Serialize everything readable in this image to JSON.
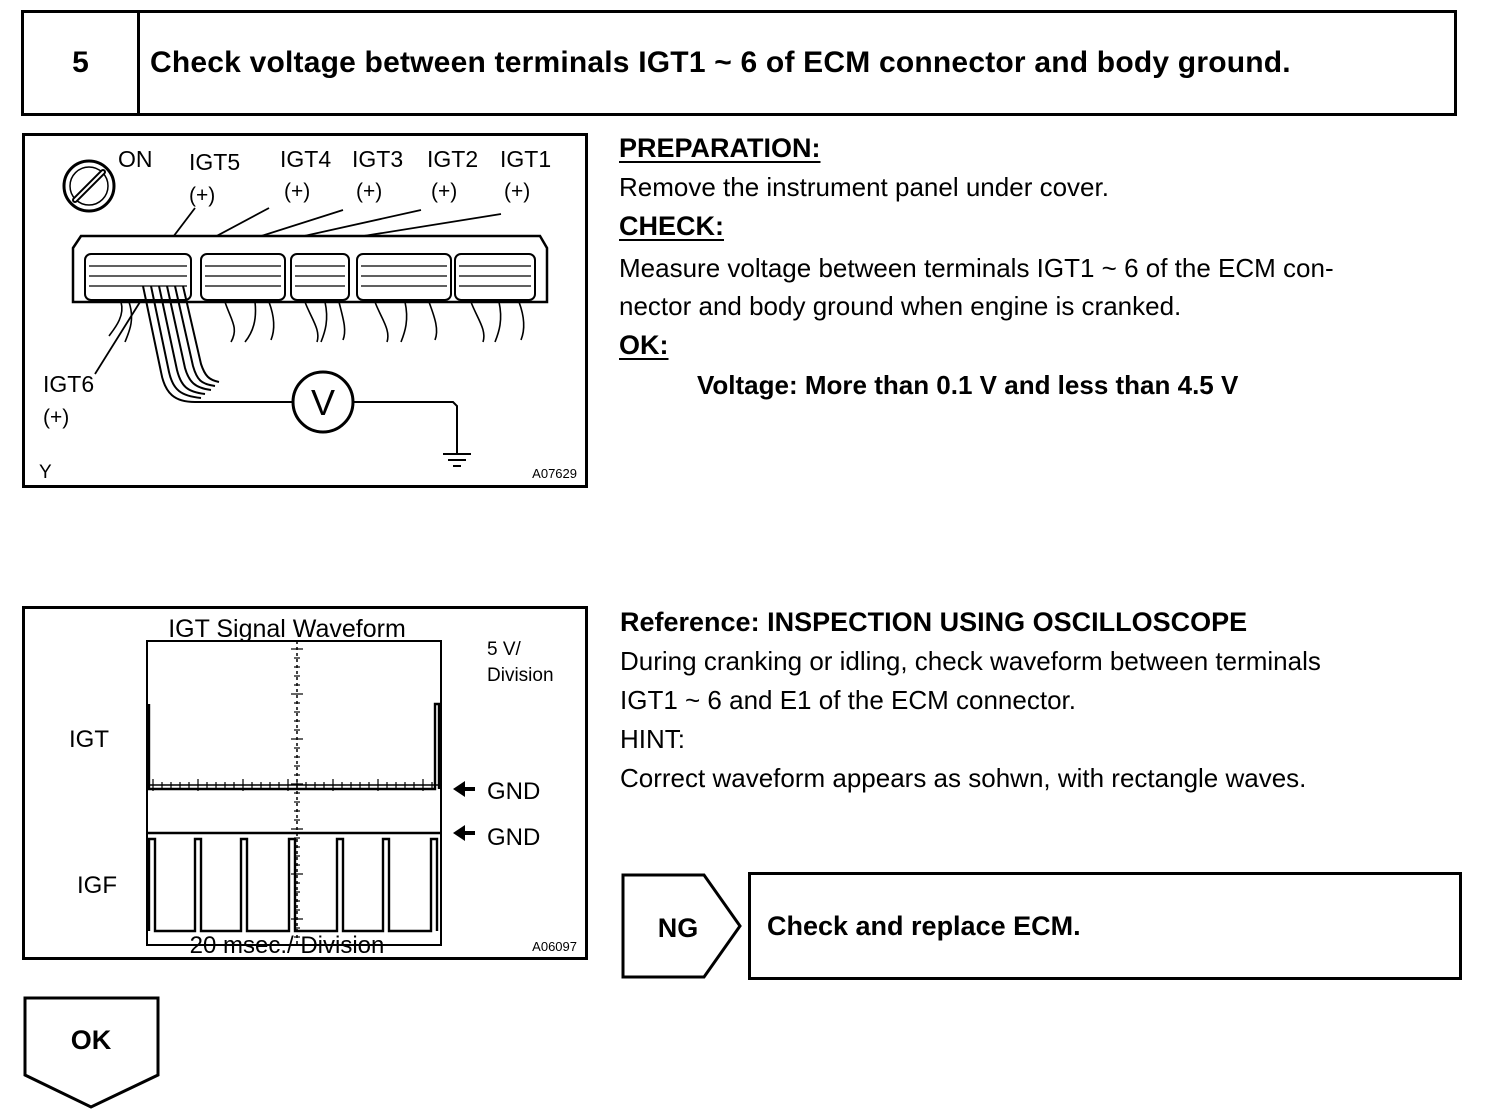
{
  "step": {
    "number": "5",
    "title": "Check voltage between terminals IGT1 ~ 6 of ECM connector and body ground."
  },
  "connector_figure": {
    "switch_label": "ON",
    "terminals": [
      {
        "name": "IGT5",
        "polarity": "(+)"
      },
      {
        "name": "IGT4",
        "polarity": "(+)"
      },
      {
        "name": "IGT3",
        "polarity": "(+)"
      },
      {
        "name": "IGT2",
        "polarity": "(+)"
      },
      {
        "name": "IGT1",
        "polarity": "(+)"
      }
    ],
    "igt6": {
      "name": "IGT6",
      "polarity": "(+)"
    },
    "meter_symbol": "V",
    "corner_letter": "Y",
    "figure_code": "A07629",
    "icons": [
      "ignition-switch-icon",
      "voltmeter-icon",
      "ground-symbol-icon",
      "ecm-connector-icon"
    ]
  },
  "procedure": {
    "preparation_heading": "PREPARATION:",
    "preparation_text": "Remove the instrument panel under cover.",
    "check_heading": "CHECK:",
    "check_line1": "Measure voltage between terminals IGT1 ~ 6 of the ECM con-",
    "check_line2": "nector and body ground when engine is cranked.",
    "ok_heading": "OK:",
    "ok_spec": "Voltage: More than 0.1 V and less than 4.5 V"
  },
  "scope_figure": {
    "title": "IGT Signal Waveform",
    "v_scale_line1": "5 V/",
    "v_scale_line2": "Division",
    "igt_label": "IGT",
    "igf_label": "IGF",
    "gnd_label_1": "GND",
    "gnd_label_2": "GND",
    "time_scale": "20 msec./ Division",
    "figure_code": "A06097"
  },
  "reference": {
    "heading": "Reference: INSPECTION USING OSCILLOSCOPE",
    "line1": "During cranking or idling, check waveform between terminals",
    "line2": "IGT1 ~ 6 and E1 of the ECM connector.",
    "hint_label": "HINT:",
    "hint_text": "Correct waveform appears as sohwn, with rectangle waves."
  },
  "flow": {
    "ng_label": "NG",
    "ng_result": "Check and replace ECM.",
    "ok_label": "OK"
  }
}
